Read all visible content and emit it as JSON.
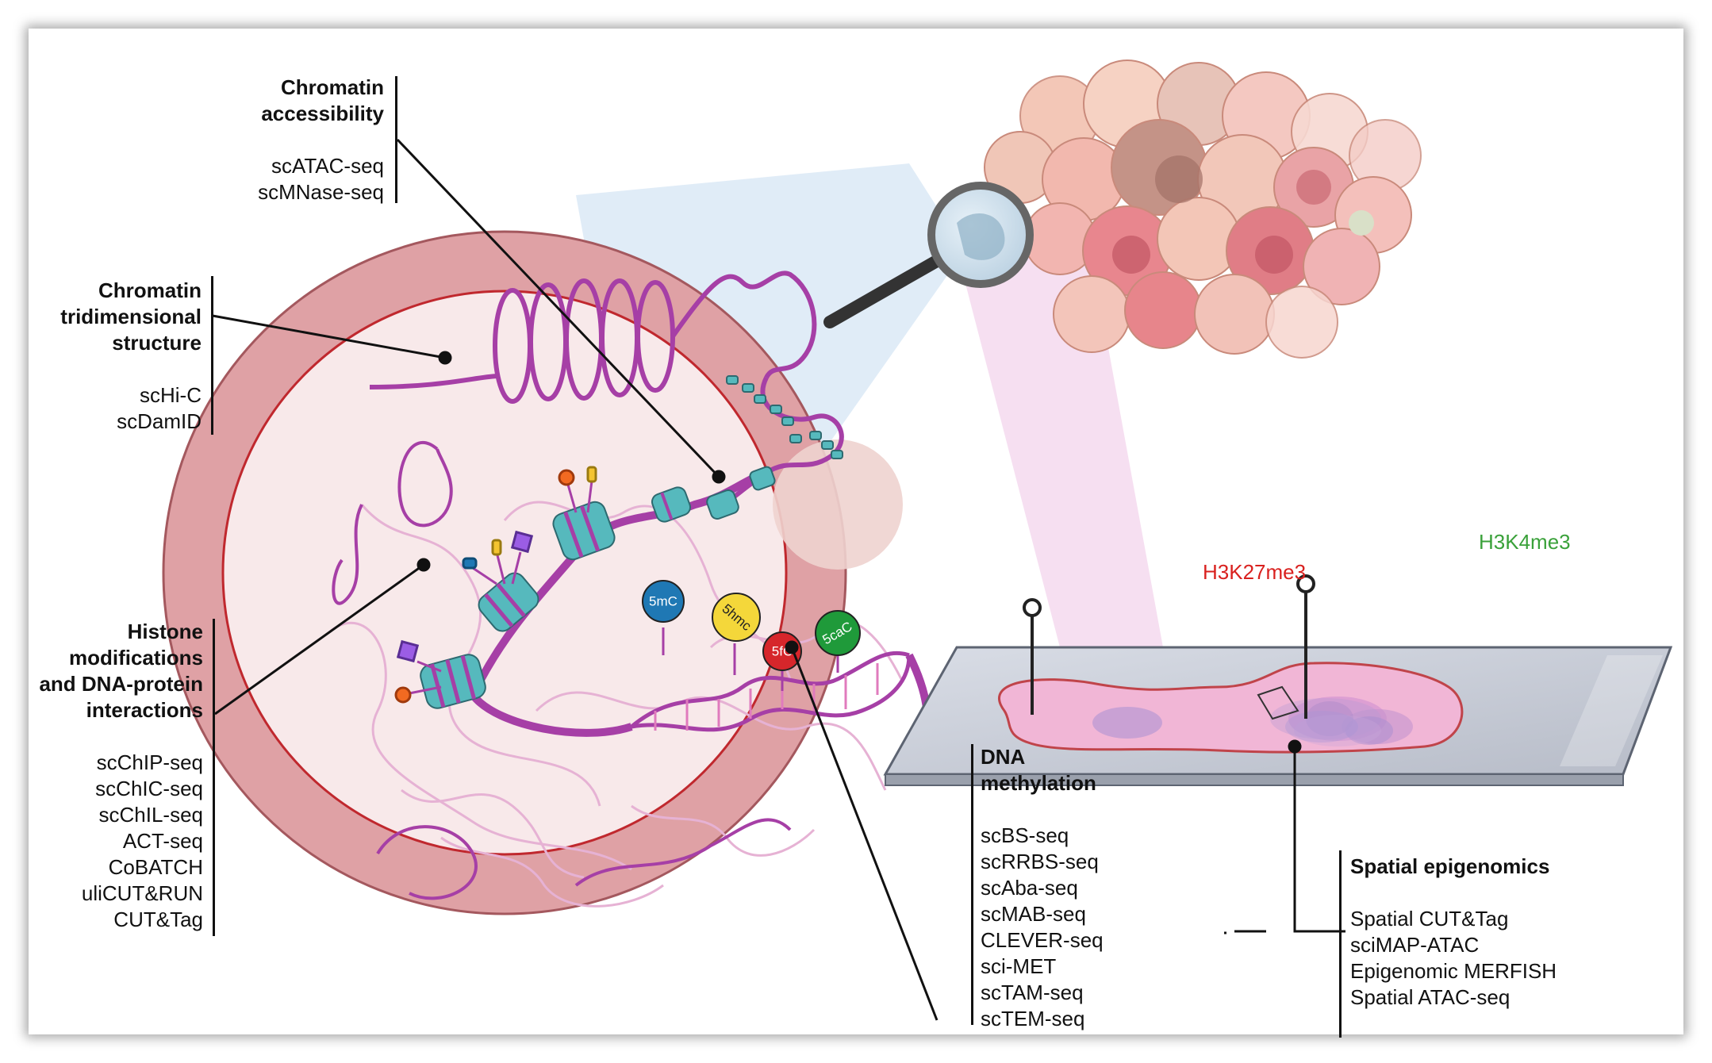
{
  "colors": {
    "cell_outer": "#dfa1a5",
    "cell_inner": "#f8e9ea",
    "chromatin": "#a63fa6",
    "histone": "#56b9bd",
    "h3k27me3": "#d9211f",
    "h3k4me3": "#3aa13a"
  },
  "groups": {
    "accessibility": {
      "heading": [
        "Chromatin",
        "accessibility"
      ],
      "items": [
        "scATAC-seq",
        "scMNase-seq"
      ]
    },
    "structure": {
      "heading": [
        "Chromatin",
        "tridimensional",
        "structure"
      ],
      "items": [
        "scHi-C",
        "scDamID"
      ]
    },
    "histone": {
      "heading": [
        "Histone",
        "modifications",
        "and DNA-protein",
        "interactions"
      ],
      "items": [
        "scChIP-seq",
        "scChIC-seq",
        "scChIL-seq",
        "ACT-seq",
        "CoBATCH",
        "uliCUT&RUN",
        "CUT&Tag"
      ]
    },
    "methylation": {
      "heading": [
        "DNA",
        "methylation"
      ],
      "items": [
        "scBS-seq",
        "scRRBS-seq",
        "scAba-seq",
        "scMAB-seq",
        "CLEVER-seq",
        "sci-MET",
        "scTAM-seq",
        "scTEM-seq"
      ]
    },
    "spatial": {
      "heading": [
        "Spatial epigenomics"
      ],
      "items": [
        "Spatial CUT&Tag",
        "sciMAP-ATAC",
        "Epigenomic MERFISH",
        "Spatial ATAC-seq"
      ]
    }
  },
  "bases": [
    {
      "label": "5mC",
      "color": "#1f78b4"
    },
    {
      "label": "5hmc",
      "color": "#f4d73a"
    },
    {
      "label": "5fC",
      "color": "#d6262b"
    },
    {
      "label": "5caC",
      "color": "#1f9a3a"
    }
  ],
  "marks": {
    "h3k27me3": "H3K27me3",
    "h3k4me3": "H3K4me3"
  }
}
